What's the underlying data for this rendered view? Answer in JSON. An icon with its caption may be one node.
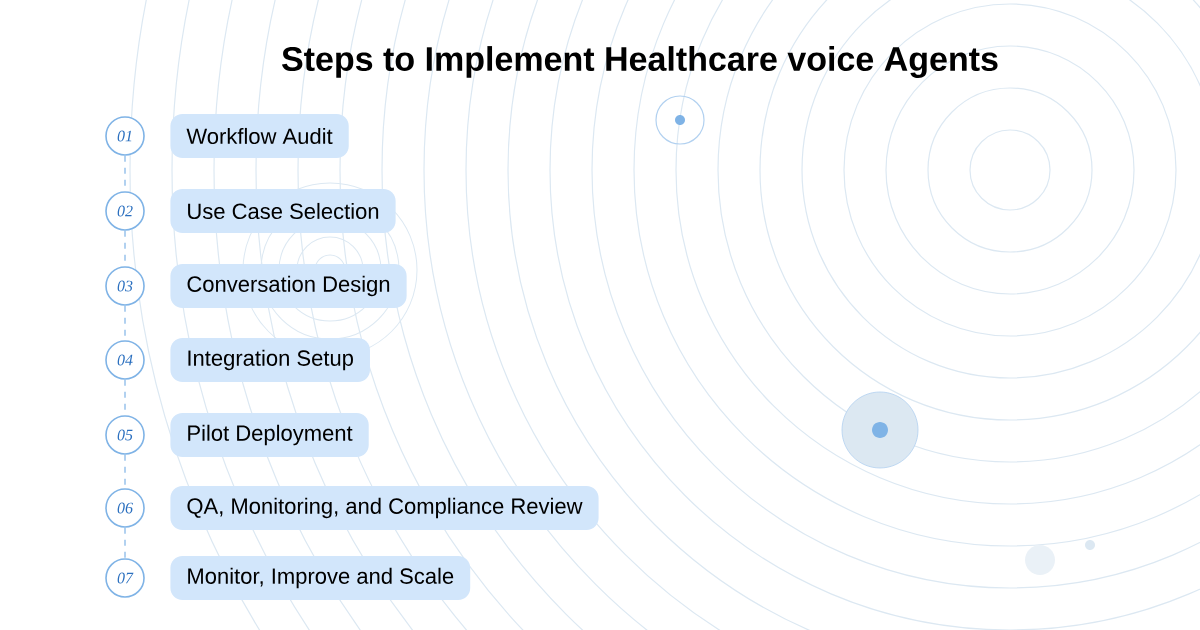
{
  "diagram": {
    "title": "Steps to Implement Healthcare voice Agents",
    "nodes": [
      {
        "text": [
          "01"
        ]
      },
      {
        "text": [
          "Workflow Audit"
        ]
      },
      {
        "text": [
          "02"
        ]
      },
      {
        "text": [
          "Use Case Selection"
        ]
      },
      {
        "text": [
          "03"
        ]
      },
      {
        "text": [
          "Conversation Design"
        ]
      },
      {
        "text": [
          "04"
        ]
      },
      {
        "text": [
          "Integration Setup"
        ]
      },
      {
        "text": [
          "05"
        ]
      },
      {
        "text": [
          "Pilot Deployment"
        ]
      },
      {
        "text": [
          "06"
        ]
      },
      {
        "text": [
          "QA, Monitoring, and Compliance Review"
        ]
      },
      {
        "text": [
          "07"
        ]
      },
      {
        "text": [
          "Monitor, Improve and Scale"
        ]
      }
    ],
    "edges": [
      {
        "from": 0,
        "to": 2,
        "arrow": "none",
        "style": "dashed"
      },
      {
        "from": 2,
        "to": 4,
        "arrow": "none",
        "style": "dashed"
      },
      {
        "from": 4,
        "to": 6,
        "arrow": "none",
        "style": "dashed"
      },
      {
        "from": 6,
        "to": 8,
        "arrow": "none",
        "style": "dashed"
      },
      {
        "from": 8,
        "to": 10,
        "arrow": "none",
        "style": "dashed"
      },
      {
        "from": 10,
        "to": 12,
        "arrow": "none",
        "style": "dashed"
      }
    ]
  }
}
